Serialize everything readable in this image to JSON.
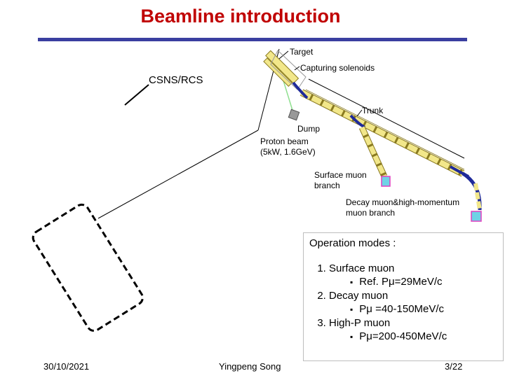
{
  "slide": {
    "title": "Beamline introduction",
    "footer": {
      "date": "30/10/2021",
      "author": "Yingpeng Song",
      "page": "3/22"
    }
  },
  "diagram": {
    "labels": {
      "rcs": "CSNS/RCS",
      "target": "Target",
      "capturing": "Capturing solenoids",
      "trunk": "Trunk",
      "dump": "Dump",
      "proton_line1": "Proton beam",
      "proton_line2": "(5kW, 1.6GeV)",
      "surface_line1": "Surface muon",
      "surface_line2": "branch",
      "decay_line1": "Decay muon&high-momentum",
      "decay_line2": "muon branch"
    },
    "colors": {
      "magnet": "#f2e78a",
      "coil": "#1f2a9a",
      "detector": "#6fd3e6",
      "marker": "#e040c0",
      "proton": "#8fe08f"
    }
  },
  "modes": {
    "heading": "Operation modes :",
    "items": [
      {
        "label": "Surface muon",
        "sub": "Ref. Pμ=29MeV/c"
      },
      {
        "label": "Decay muon",
        "sub": "Pμ =40-150MeV/c"
      },
      {
        "label": "High-P muon",
        "sub": "Pμ=200-450MeV/c"
      }
    ]
  }
}
